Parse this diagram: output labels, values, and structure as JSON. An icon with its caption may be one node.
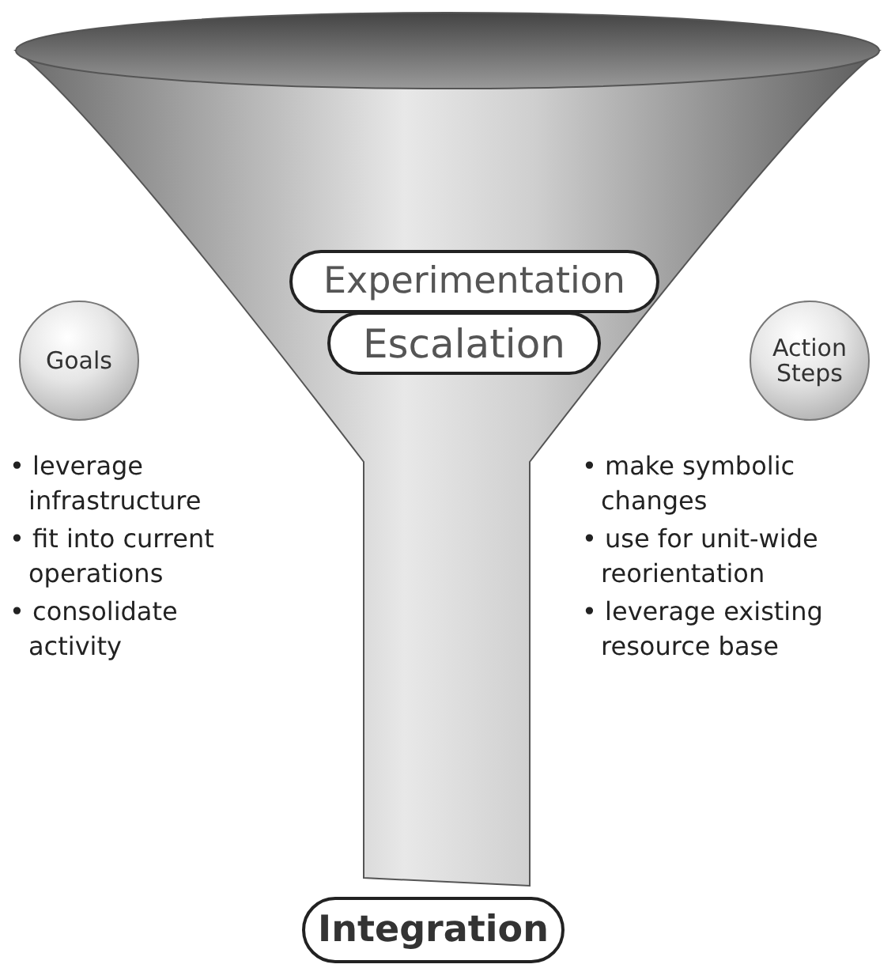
{
  "diagram": {
    "nodes": [
      {
        "text": [
          "Experimentation"
        ]
      },
      {
        "text": [
          "Escalation"
        ]
      },
      {
        "text": [
          "Goals"
        ]
      },
      {
        "text": [
          "Action Steps"
        ]
      },
      {
        "text": [
          "Integration"
        ]
      }
    ],
    "labels": [
      "• leverage infrastructure",
      "• fit into current operations",
      "• consolidate activity",
      "• make symbolic changes",
      "• use for unit-wide reorientation",
      "• leverage existing resource base"
    ]
  }
}
